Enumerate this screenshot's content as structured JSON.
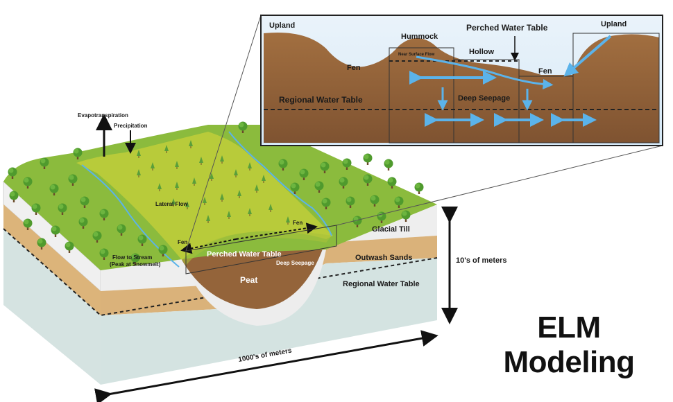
{
  "title": {
    "line1": "ELM",
    "line2": "Modeling"
  },
  "block_labels": {
    "evapotranspiration": "Evapotranspiration",
    "precipitation": "Precipitation",
    "lateral_flow": "Lateral Flow",
    "fen_left": "Fen",
    "fen_right": "Fen",
    "flow_to_stream_1": "Flow to Stream",
    "flow_to_stream_2": "(Peak at Snowmelt)",
    "perched_water_table": "Perched Water Table",
    "deep_seepage": "Deep Seepage",
    "peat": "Peat",
    "glacial_till": "Glacial Till",
    "outwash_sands": "Outwash Sands",
    "regional_water_table": "Regional Water Table",
    "depth_scale": "10's of meters",
    "width_scale": "1000's of meters"
  },
  "inset_labels": {
    "upland_left": "Upland",
    "hummock": "Hummock",
    "perched_water_table": "Perched Water Table",
    "upland_right": "Upland",
    "near_surface_flow": "Near Surface Flow",
    "hollow": "Hollow",
    "fen_left": "Fen",
    "fen_right": "Fen",
    "regional_water_table": "Regional Water Table",
    "deep_seepage": "Deep Seepage"
  },
  "colors": {
    "soil_brown": "#9a6a3e",
    "soil_dark": "#7d5230",
    "flow_blue": "#5bb3ea",
    "grass_green": "#8cbc3f",
    "wetland_green": "#b7c93a",
    "till_gray": "#e6e6e6",
    "sand_tan": "#d9b47c",
    "water_table_blue": "#d8e6e6"
  }
}
